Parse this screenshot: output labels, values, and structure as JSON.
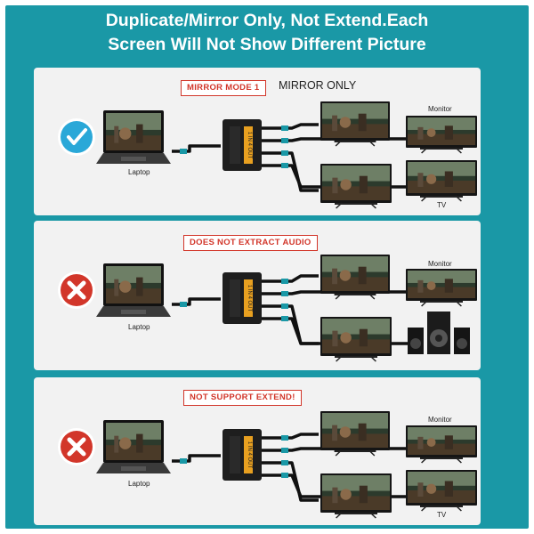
{
  "header": {
    "title_line1": "Duplicate/Mirror Only, Not Extend.Each",
    "title_line2": "Screen Will Not Show Different Picture",
    "bg_color": "#1a98a6"
  },
  "panels": [
    {
      "tag": "MIRROR MODE 1",
      "note": "MIRROR ONLY",
      "status": "check",
      "status_icon": "check-badge-icon",
      "laptop_label": "Laptop",
      "monitor_label": "Monitor",
      "tv_label": "TV"
    },
    {
      "tag": "DOES NOT EXTRACT AUDIO",
      "status": "cross",
      "status_icon": "cross-badge-icon",
      "laptop_label": "Laptop",
      "monitor_label": "Monitor"
    },
    {
      "tag": "NOT SUPPORT EXTEND!",
      "status": "cross",
      "status_icon": "cross-badge-icon",
      "laptop_label": "Laptop",
      "monitor_label": "Monitor",
      "tv_label": "TV"
    }
  ],
  "splitter_label": "1 IN 4 OUT",
  "colors": {
    "accent": "#1a98a6",
    "tag_red": "#d2362a",
    "check_blue": "#2aa8d8",
    "cross_red": "#d2362a"
  }
}
